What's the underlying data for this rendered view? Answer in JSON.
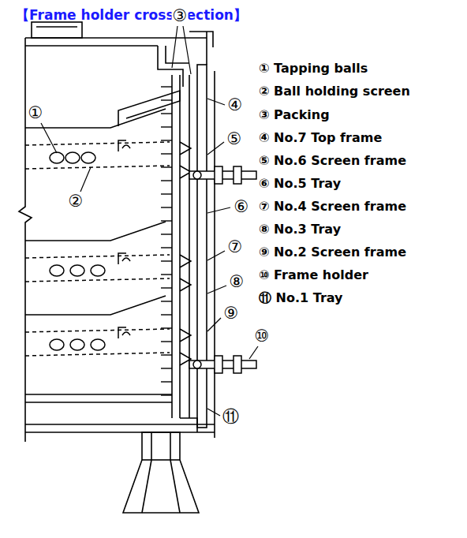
{
  "diagram": {
    "title": "【Frame holder cross section】",
    "labels": [
      "① Tapping balls",
      "② Ball holding screen",
      "③ Packing",
      "④ No.7 Top frame",
      "⑤ No.6 Screen frame",
      "⑥ No.5 Tray",
      "⑦ No.4 Screen frame",
      "⑧ No.3 Tray",
      "⑨ No.2 Screen frame",
      "⑩ Frame holder",
      "⑪ No.1 Tray",
      "①",
      "②",
      "③",
      "④",
      "⑤",
      "⑥",
      "⑦",
      "⑧",
      "⑨",
      "⑩",
      "⑪"
    ]
  }
}
